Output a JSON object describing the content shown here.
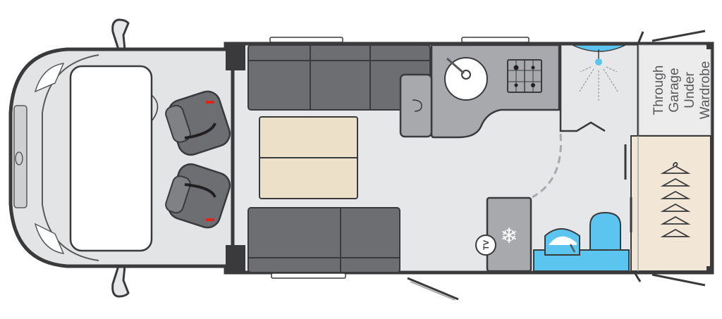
{
  "title": "Motorhome floor plan",
  "labels": {
    "garage": [
      "Through",
      "Garage",
      "Under",
      "Wardrobe"
    ],
    "tv": "TV"
  },
  "colors": {
    "outline": "#3a3a3c",
    "floor": "#e6e7e8",
    "upholstery": "#6d6e71",
    "worktop": "#a7a9ac",
    "table": "#ece0c8",
    "wardrobe": "#f2e7d6",
    "washroom_blue": "#5bc5f0"
  }
}
